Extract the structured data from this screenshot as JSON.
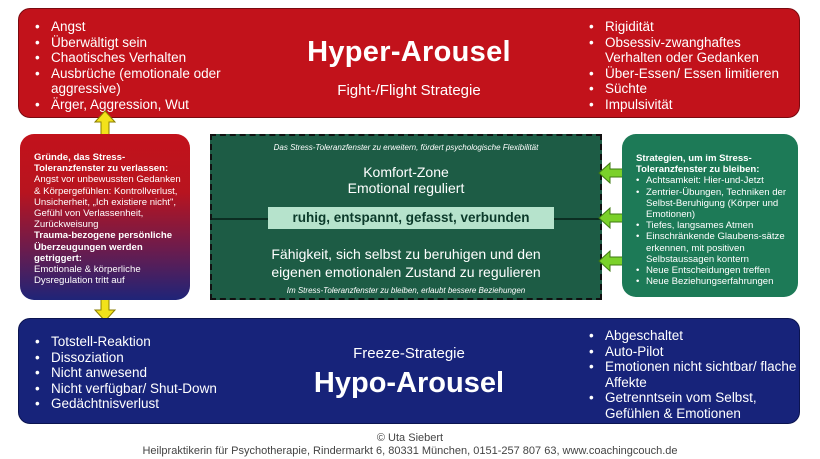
{
  "hyper": {
    "title": "Hyper-Arousel",
    "subtitle": "Fight-/Flight Strategie",
    "left_items": [
      "Angst",
      "Überwältigt sein",
      "Chaotisches Verhalten",
      "Ausbrüche (emotionale oder aggressive)",
      "Ärger, Aggression, Wut"
    ],
    "right_items": [
      "Rigidität",
      "Obsessiv-zwanghaftes Verhalten oder Gedanken",
      "Über-Essen/ Essen limitieren",
      "Süchte",
      "Impulsivität"
    ],
    "color": "#c2121b"
  },
  "hypo": {
    "subtitle": "Freeze-Strategie",
    "title": "Hypo-Arousel",
    "left_items": [
      "Totstell-Reaktion",
      "Dissoziation",
      "Nicht anwesend",
      "Nicht verfügbar/ Shut-Down",
      "Gedächtnisverlust"
    ],
    "right_items": [
      "Abgeschaltet",
      "Auto-Pilot",
      "Emotionen nicht sichtbar/ flache Affekte",
      "Getrenntsein vom Selbst, Gefühlen  & Emotionen"
    ],
    "color": "#17237a"
  },
  "left_box": {
    "heading1": "Gründe, das Stress-Toleranzfenster zu verlassen:",
    "text1": "Angst vor unbewussten Gedanken & Körpergefühlen: Kontrollverlust, Unsicherheit, „Ich existiere nicht\", Gefühl von Verlassenheit, Zurückweisung",
    "heading2": "Trauma-bezogene persönliche Überzeugungen werden getriggert:",
    "text2": "Emotionale & körperliche Dysregulation tritt auf"
  },
  "center": {
    "top_note": "Das Stress-Toleranzfenster zu erweitern, fördert psychologische Flexibilität",
    "komfort_line1": "Komfort-Zone",
    "komfort_line2": "Emotional reguliert",
    "calm_label": "ruhig, entspannt, gefasst, verbunden",
    "ability_line1": "Fähigkeit, sich selbst zu beruhigen und den",
    "ability_line2": "eigenen emotionalen Zustand zu regulieren",
    "bottom_note": "Im Stress-Toleranzfenster zu bleiben, erlaubt bessere Beziehungen",
    "color": "#1d5c45"
  },
  "right_box": {
    "heading": "Strategien, um im Stress-Toleranzfenster zu bleiben:",
    "items": [
      "Achtsamkeit: Hier-und-Jetzt",
      "Zentrier-Übungen, Techniken der Selbst-Beruhigung (Körper und Emotionen)",
      "Tiefes, langsames Atmen",
      "Einschränkende Glaubens-sätze erkennen, mit positiven Selbstaussagen kontern",
      "Neue Entscheidungen treffen",
      "Neue Beziehungserfahrungen"
    ],
    "color": "#1d7a57"
  },
  "arrows": {
    "yellow": "#f2e21a",
    "green": "#7bd12a"
  },
  "footer": {
    "line1": "© Uta Siebert",
    "line2": "Heilpraktikerin für Psychotherapie, Rindermarkt 6, 80331 München, 0151-257 807 63, www.coachingcouch.de"
  }
}
